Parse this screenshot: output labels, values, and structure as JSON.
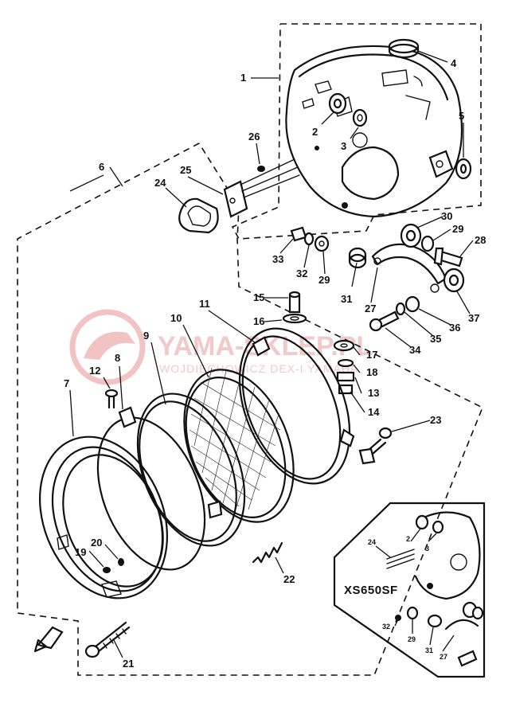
{
  "watermark": {
    "main": "YAMA-SKLEP.PL",
    "sub": "WOJDIECHOWICZ DEX-I YAMAHA"
  },
  "inset": {
    "model": "XS650SF"
  },
  "callouts": [
    {
      "id": "c1",
      "label": "1"
    },
    {
      "id": "c2",
      "label": "2"
    },
    {
      "id": "c3",
      "label": "3"
    },
    {
      "id": "c4",
      "label": "4"
    },
    {
      "id": "c5",
      "label": "5"
    },
    {
      "id": "c6",
      "label": "6"
    },
    {
      "id": "c7",
      "label": "7"
    },
    {
      "id": "c8",
      "label": "8"
    },
    {
      "id": "c9",
      "label": "9"
    },
    {
      "id": "c10",
      "label": "10"
    },
    {
      "id": "c11",
      "label": "11"
    },
    {
      "id": "c12",
      "label": "12"
    },
    {
      "id": "c13",
      "label": "13"
    },
    {
      "id": "c14",
      "label": "14"
    },
    {
      "id": "c15",
      "label": "15"
    },
    {
      "id": "c16",
      "label": "16"
    },
    {
      "id": "c17",
      "label": "17"
    },
    {
      "id": "c18",
      "label": "18"
    },
    {
      "id": "c19",
      "label": "19"
    },
    {
      "id": "c20",
      "label": "20"
    },
    {
      "id": "c21",
      "label": "21"
    },
    {
      "id": "c22",
      "label": "22"
    },
    {
      "id": "c23",
      "label": "23"
    },
    {
      "id": "c24",
      "label": "24"
    },
    {
      "id": "c25",
      "label": "25"
    },
    {
      "id": "c26",
      "label": "26"
    },
    {
      "id": "c27",
      "label": "27"
    },
    {
      "id": "c28",
      "label": "28"
    },
    {
      "id": "c29a",
      "label": "29"
    },
    {
      "id": "c29b",
      "label": "29"
    },
    {
      "id": "c30",
      "label": "30"
    },
    {
      "id": "c31",
      "label": "31"
    },
    {
      "id": "c32",
      "label": "32"
    },
    {
      "id": "c33",
      "label": "33"
    },
    {
      "id": "c34",
      "label": "34"
    },
    {
      "id": "c35",
      "label": "35"
    },
    {
      "id": "c36",
      "label": "36"
    },
    {
      "id": "c37",
      "label": "37"
    },
    {
      "id": "i24",
      "label": "24"
    },
    {
      "id": "i2",
      "label": "2"
    },
    {
      "id": "i3",
      "label": "3"
    },
    {
      "id": "i32",
      "label": "32"
    },
    {
      "id": "i29",
      "label": "29"
    },
    {
      "id": "i31",
      "label": "31"
    },
    {
      "id": "i27",
      "label": "27"
    }
  ]
}
